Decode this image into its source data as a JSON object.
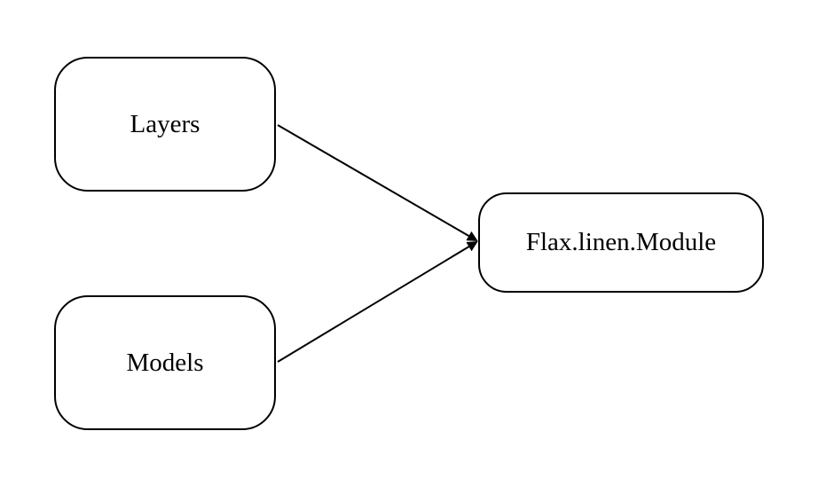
{
  "diagram": {
    "nodes": {
      "layers": {
        "label": "Layers"
      },
      "models": {
        "label": "Models"
      },
      "module": {
        "label": "Flax.linen.Module"
      }
    },
    "edges": [
      {
        "from": "layers",
        "to": "module"
      },
      {
        "from": "models",
        "to": "module"
      }
    ],
    "colors": {
      "stroke": "#000000",
      "fill": "#ffffff",
      "text": "#000000"
    }
  }
}
